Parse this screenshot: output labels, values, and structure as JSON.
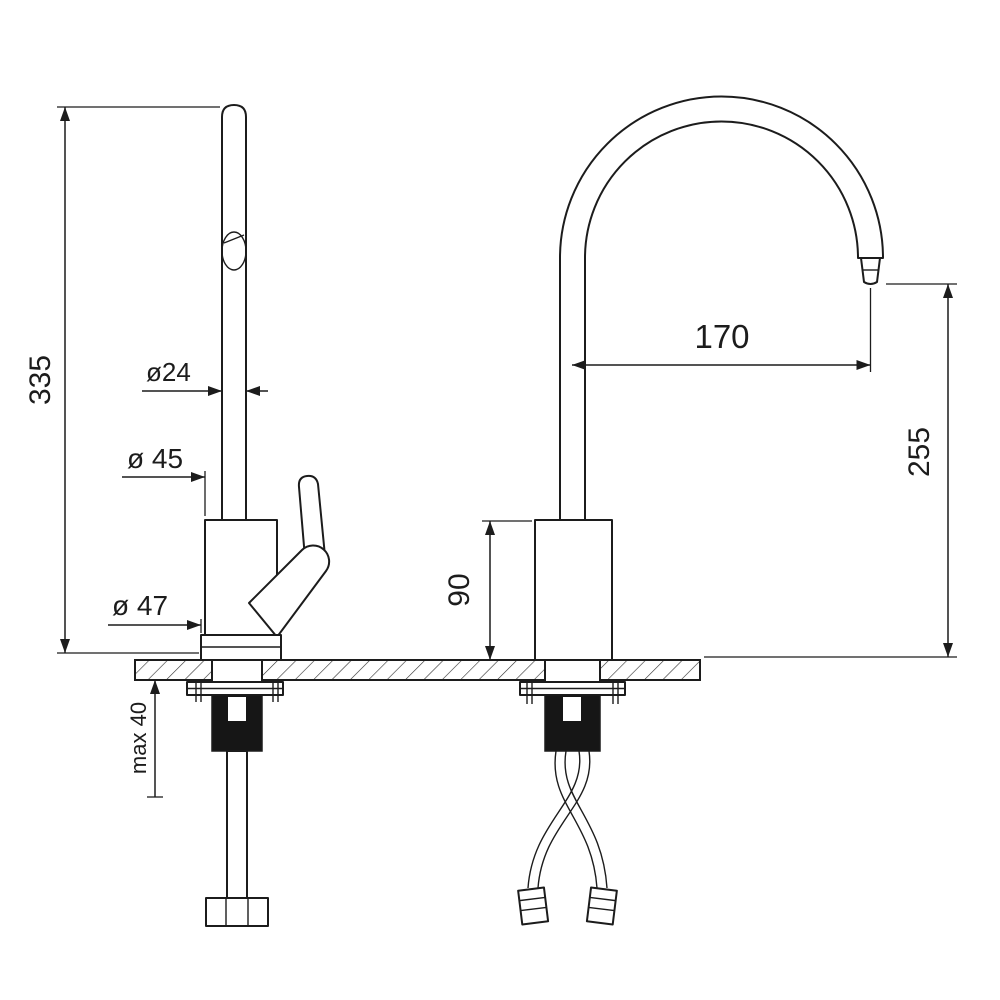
{
  "drawing": {
    "labels": {
      "overall_height": "335",
      "spout_tube_diameter": "ø24",
      "body_diameter": "ø 45",
      "base_diameter": "ø 47",
      "max_deck_thickness": "max 40",
      "spout_reach": "170",
      "spout_outlet_height": "255",
      "body_height": "90"
    },
    "colors": {
      "line": "#1c1c1c",
      "background": "#ffffff",
      "hardware_fill": "#161616"
    }
  }
}
